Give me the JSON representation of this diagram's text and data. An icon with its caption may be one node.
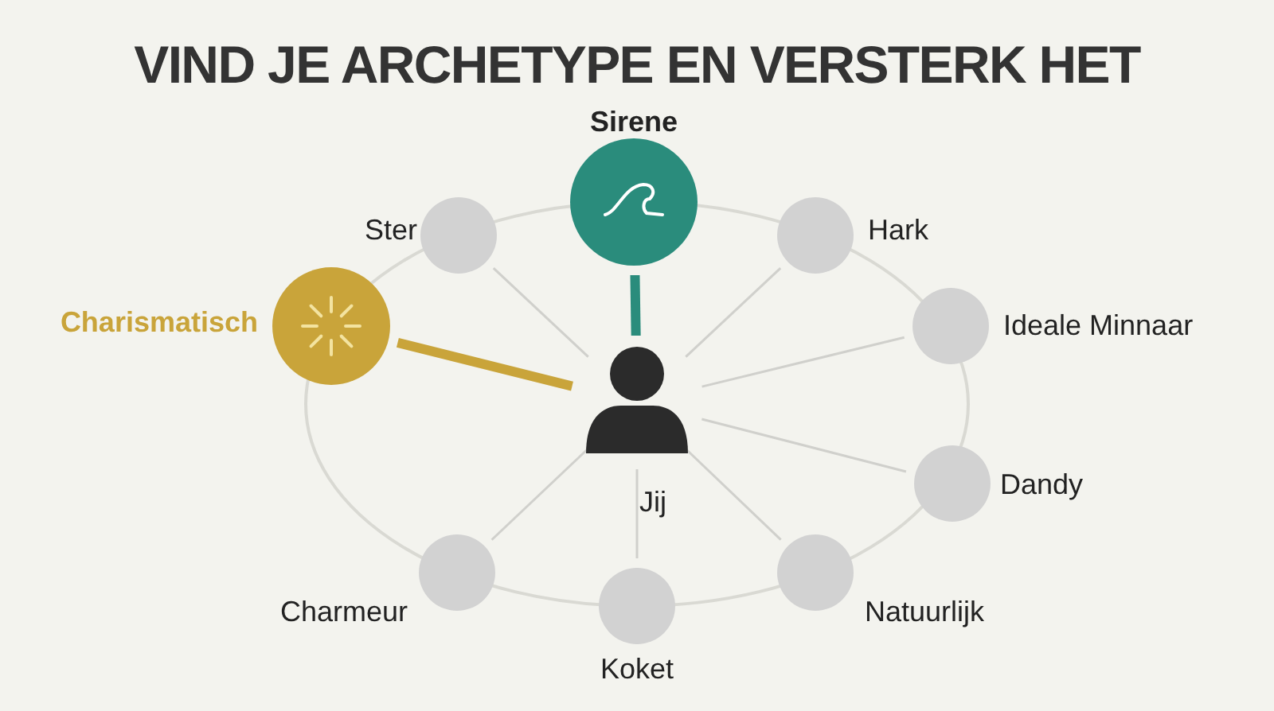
{
  "diagram": {
    "title": "VIND JE ARCHETYPE EN VERSTERK HET",
    "nodes": [
      {
        "text": [],
        "shape": "person",
        "beside": [
          "Jij"
        ]
      },
      {
        "text": [
          "Sirene"
        ]
      },
      {
        "text": [
          "Hark"
        ]
      },
      {
        "text": [
          "Ideale Minnaar"
        ]
      },
      {
        "text": [
          "Dandy"
        ]
      },
      {
        "text": [
          "Natuurlijk"
        ]
      },
      {
        "text": [
          "Koket"
        ]
      },
      {
        "text": [
          "Charmeur"
        ]
      },
      {
        "text": [
          "Charismatisch"
        ]
      },
      {
        "text": [
          "Ster"
        ]
      }
    ],
    "edges": [
      {
        "from": 1,
        "to": 0,
        "arrow": "none",
        "style": "thick",
        "color": "#2a8c7c"
      },
      {
        "from": 0,
        "to": 2,
        "arrow": "none"
      },
      {
        "from": 0,
        "to": 3,
        "arrow": "none"
      },
      {
        "from": 0,
        "to": 4,
        "arrow": "none"
      },
      {
        "from": 0,
        "to": 5,
        "arrow": "none"
      },
      {
        "from": 0,
        "to": 6,
        "arrow": "none"
      },
      {
        "from": 0,
        "to": 7,
        "arrow": "none"
      },
      {
        "from": 8,
        "to": 0,
        "arrow": "none",
        "style": "thick",
        "color": "#c9a43a"
      },
      {
        "from": 0,
        "to": 9,
        "arrow": "none"
      }
    ]
  }
}
